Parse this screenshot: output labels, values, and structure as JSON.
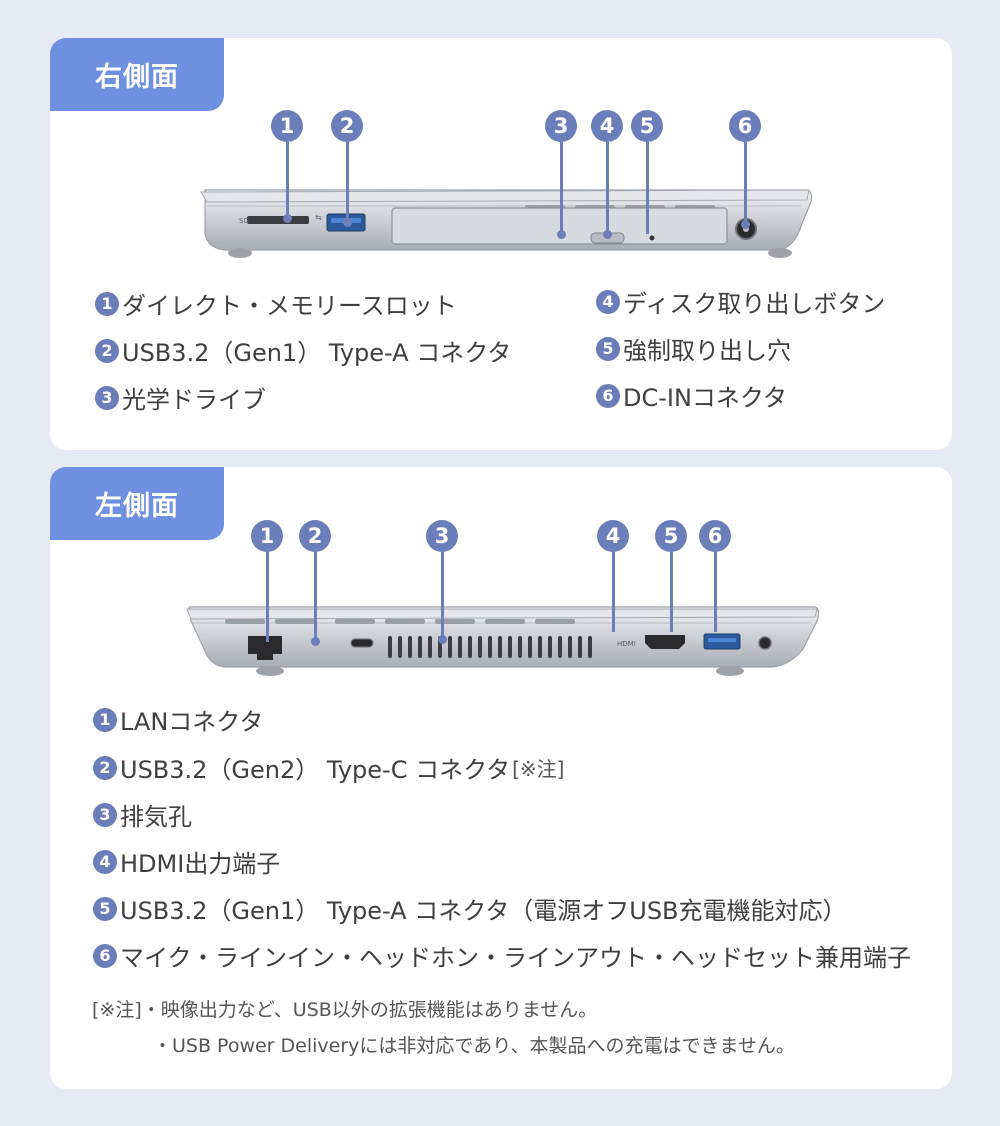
{
  "right": {
    "title": "右側面",
    "items": [
      {
        "n": "1",
        "label": "ダイレクト・メモリースロット"
      },
      {
        "n": "2",
        "label": "USB3.2（Gen1） Type-A コネクタ"
      },
      {
        "n": "3",
        "label": "光学ドライブ"
      },
      {
        "n": "4",
        "label": "ディスク取り出しボタン"
      },
      {
        "n": "5",
        "label": "強制取り出し穴"
      },
      {
        "n": "6",
        "label": "DC-INコネクタ"
      }
    ]
  },
  "left": {
    "title": "左側面",
    "items": [
      {
        "n": "1",
        "label": "LANコネクタ"
      },
      {
        "n": "2",
        "label": "USB3.2（Gen2） Type-C コネクタ",
        "suffix": "[※注]"
      },
      {
        "n": "3",
        "label": "排気孔"
      },
      {
        "n": "4",
        "label": "HDMI出力端子"
      },
      {
        "n": "5",
        "label": "USB3.2（Gen1） Type-A コネクタ（電源オフUSB充電機能対応）"
      },
      {
        "n": "6",
        "label": "マイク・ラインイン・ヘッドホン・ラインアウト・ヘッドセット兼用端子"
      }
    ],
    "port_labels": {
      "hdmi": "HDMI"
    },
    "notes": [
      "[※注]・映像出力など、USB以外の拡張機能はありません。",
      "・USB Power Deliveryには非対応であり、本製品への充電はできません。"
    ]
  },
  "colors": {
    "accent": "#6f8fe0",
    "badge": "#6c7eba",
    "background": "#e6eaf5"
  }
}
